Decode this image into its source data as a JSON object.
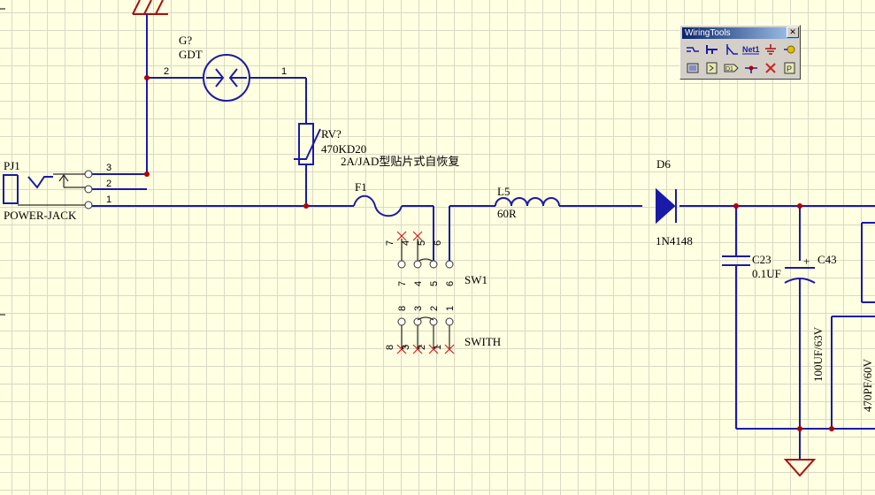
{
  "toolbar": {
    "title": "WiringTools",
    "close_glyph": "✕",
    "buttons": [
      {
        "icon": "wire-icon"
      },
      {
        "icon": "bus-icon"
      },
      {
        "icon": "bus-entry-icon"
      },
      {
        "icon": "net-label-icon",
        "label": "Net1"
      },
      {
        "icon": "ground-icon"
      },
      {
        "icon": "power-port-icon"
      },
      {
        "icon": "part-icon"
      },
      {
        "icon": "sheet-symbol-icon"
      },
      {
        "icon": "sheet-entry-icon",
        "label": "D1"
      },
      {
        "icon": "junction-icon"
      },
      {
        "icon": "no-erc-icon"
      },
      {
        "icon": "port-icon",
        "label": "P"
      }
    ]
  },
  "schematic": {
    "pj1": {
      "designator": "PJ1",
      "name": "POWER-JACK",
      "pins": [
        "3",
        "2",
        "1"
      ]
    },
    "gdt": {
      "designator": "G?",
      "name": "GDT",
      "pins": [
        "2",
        "1"
      ]
    },
    "rv": {
      "designator": "RV?",
      "value": "470KD20"
    },
    "fuse": {
      "designator": "F1",
      "note": "2A/JAD型贴片式自恢复"
    },
    "sw1": {
      "designator": "SW1",
      "top_pins": [
        "7",
        "4",
        "5",
        "6"
      ],
      "bottom_pins": [
        "7",
        "4",
        "5",
        "6"
      ]
    },
    "swith": {
      "designator": "SWITH",
      "top_pins": [
        "8",
        "3",
        "2",
        "1"
      ],
      "bottom_pins": [
        "8",
        "3",
        "2",
        "1"
      ]
    },
    "l5": {
      "designator": "L5",
      "value": "60R"
    },
    "d6": {
      "designator": "D6",
      "value": "1N4148"
    },
    "c23": {
      "designator": "C23",
      "value": "0.1UF"
    },
    "c43": {
      "designator": "C43",
      "value": "100UF/63V",
      "polarity": "+"
    },
    "c_right": {
      "value": "470PF/60V"
    }
  }
}
